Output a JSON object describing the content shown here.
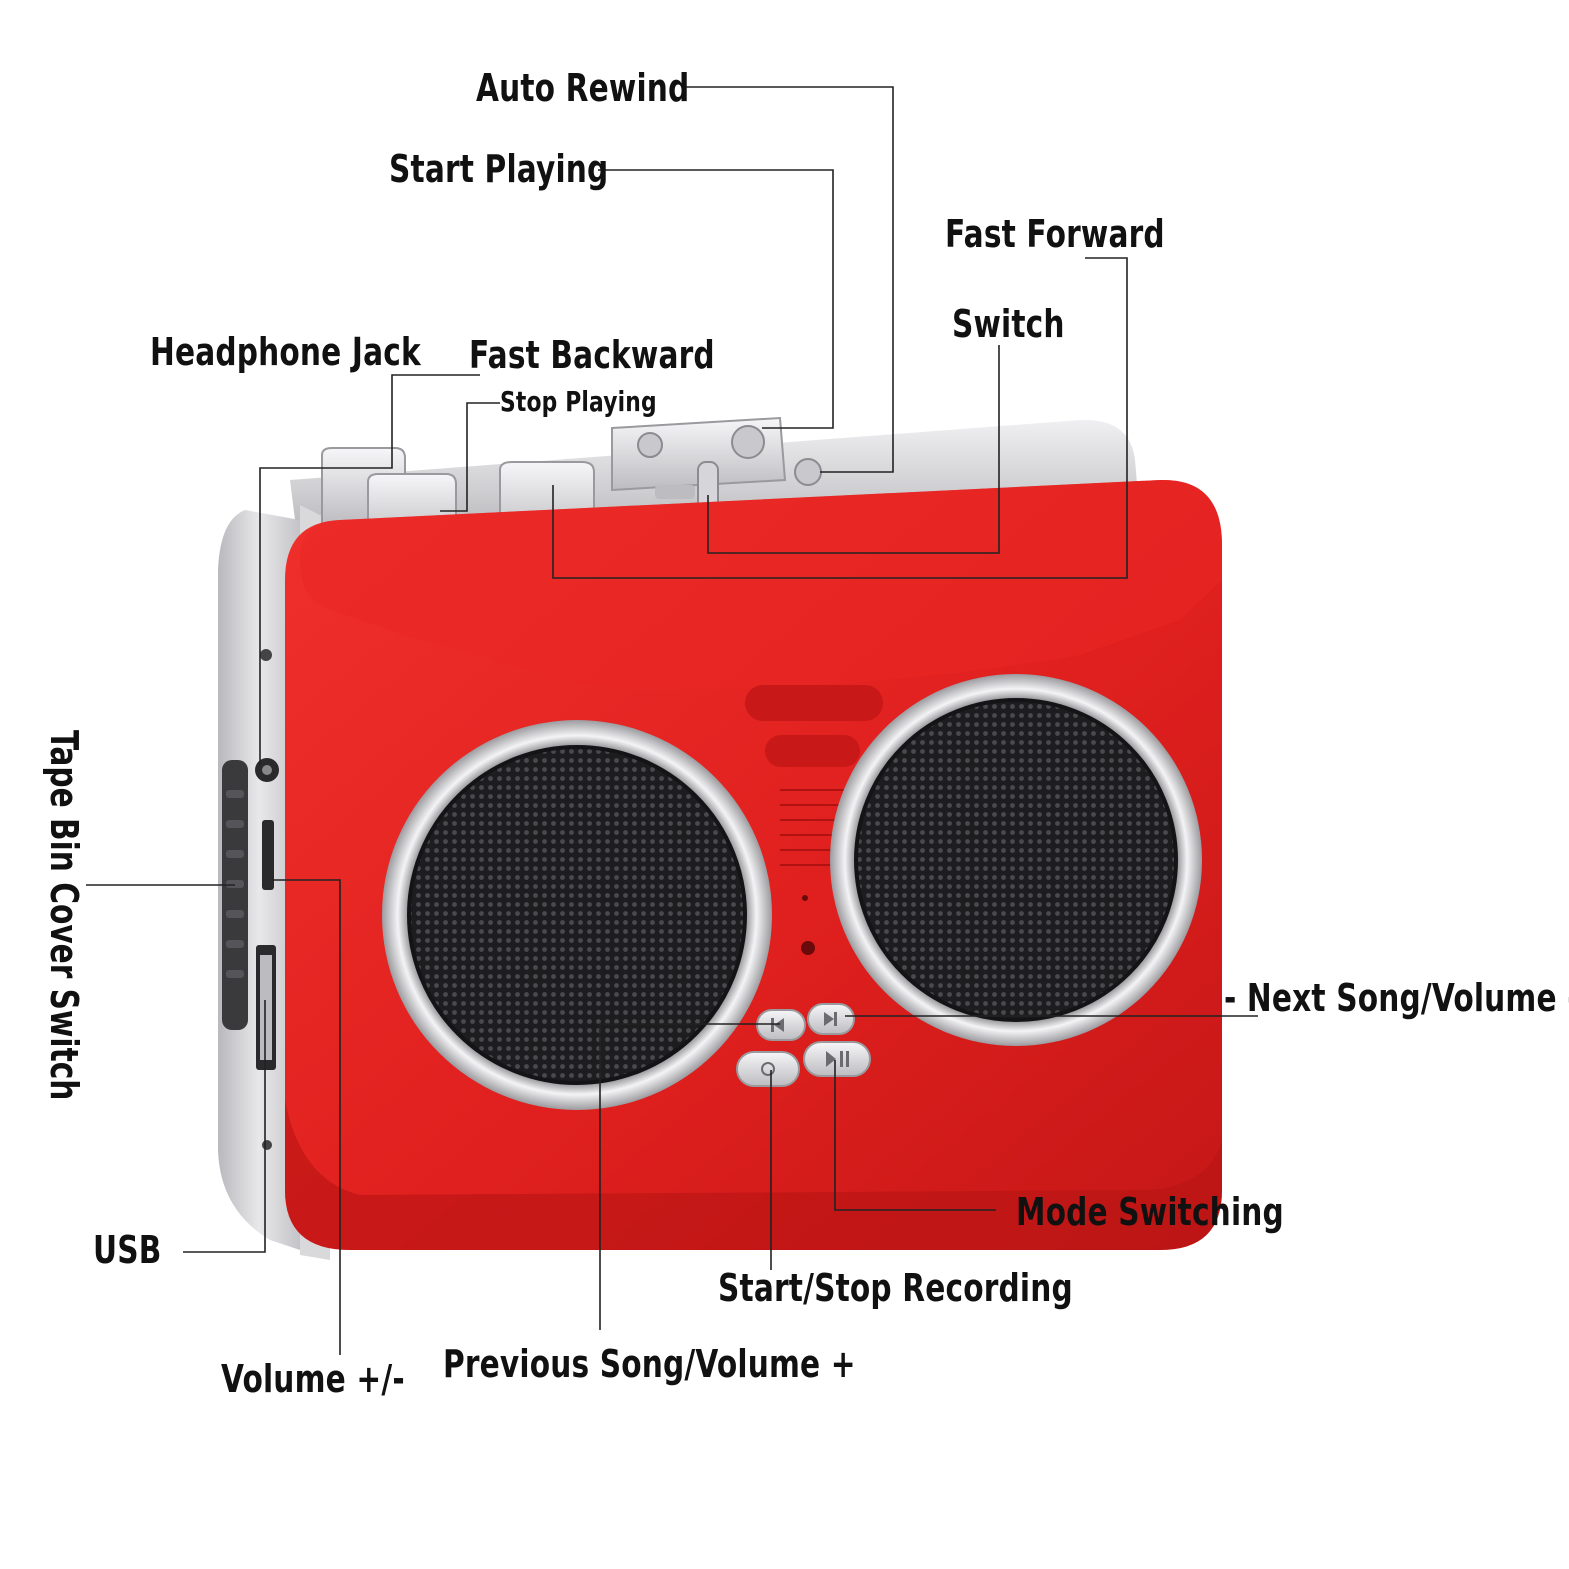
{
  "labels": {
    "auto_rewind": "Auto Rewind",
    "start_playing": "Start Playing",
    "fast_forward": "Fast Forward",
    "switch": "Switch",
    "headphone_jack": "Headphone Jack",
    "fast_backward": "Fast Backward",
    "stop_playing": "Stop Playing",
    "tape_bin_cover_switch": "Tape Bin Cover Switch",
    "next_song_volume_minus": "- Next Song/Volume -",
    "mode_switching": "Mode Switching",
    "start_stop_recording": "Start/Stop Recording",
    "previous_song_volume_plus": "Previous Song/Volume +",
    "usb": "USB",
    "volume": "Volume +/-"
  },
  "colors": {
    "body_red": "#e0201e",
    "body_red_dark": "#b81414",
    "silver": "#d4d4d6",
    "silver_dark": "#9a9a9e",
    "speaker_grille": "#2a2a2a",
    "leader_line": "#222222"
  },
  "icons": {
    "prev": "skip-back-icon",
    "next": "skip-forward-icon",
    "record": "record-icon",
    "mode": "play-pause-icon"
  }
}
